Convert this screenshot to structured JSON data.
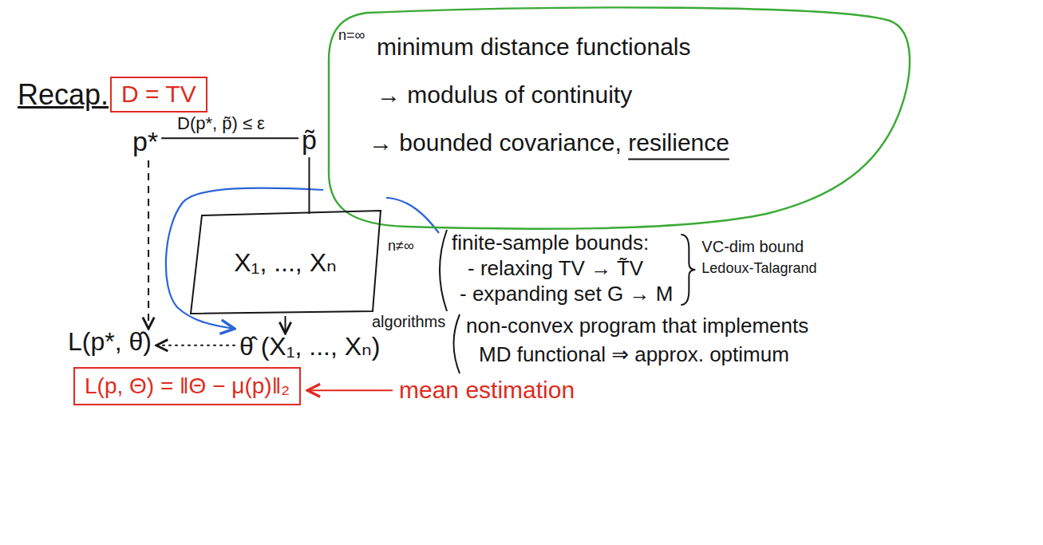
{
  "diagram": {
    "nodes": [
      {
        "text": [
          "D = TV"
        ]
      },
      {
        "text": [
          "n=∞",
          "minimum distance functionals",
          "→ modulus of continuity",
          "→ bounded covariance, resilience"
        ]
      },
      {
        "text": [
          "X₁, ..., Xₙ"
        ]
      },
      {
        "text": [
          "L(p, Θ) = ‖Θ − μ(p)‖₂"
        ]
      }
    ],
    "labels": [
      "Recap.",
      "p*",
      "D(p*, p̃) ≤ ε",
      "p̃",
      "n≠∞",
      "finite-sample bounds:",
      "- relaxing TV → T̃V",
      "- expanding set G → M",
      "VC-dim bound",
      "Ledoux-Talagrand",
      "algorithms",
      "non-convex program that implements",
      "MD functional ⇒ approx. optimum",
      "L(p*, θ̂)",
      "θ̂ (X₁, ..., Xₙ)",
      "mean estimation"
    ]
  }
}
